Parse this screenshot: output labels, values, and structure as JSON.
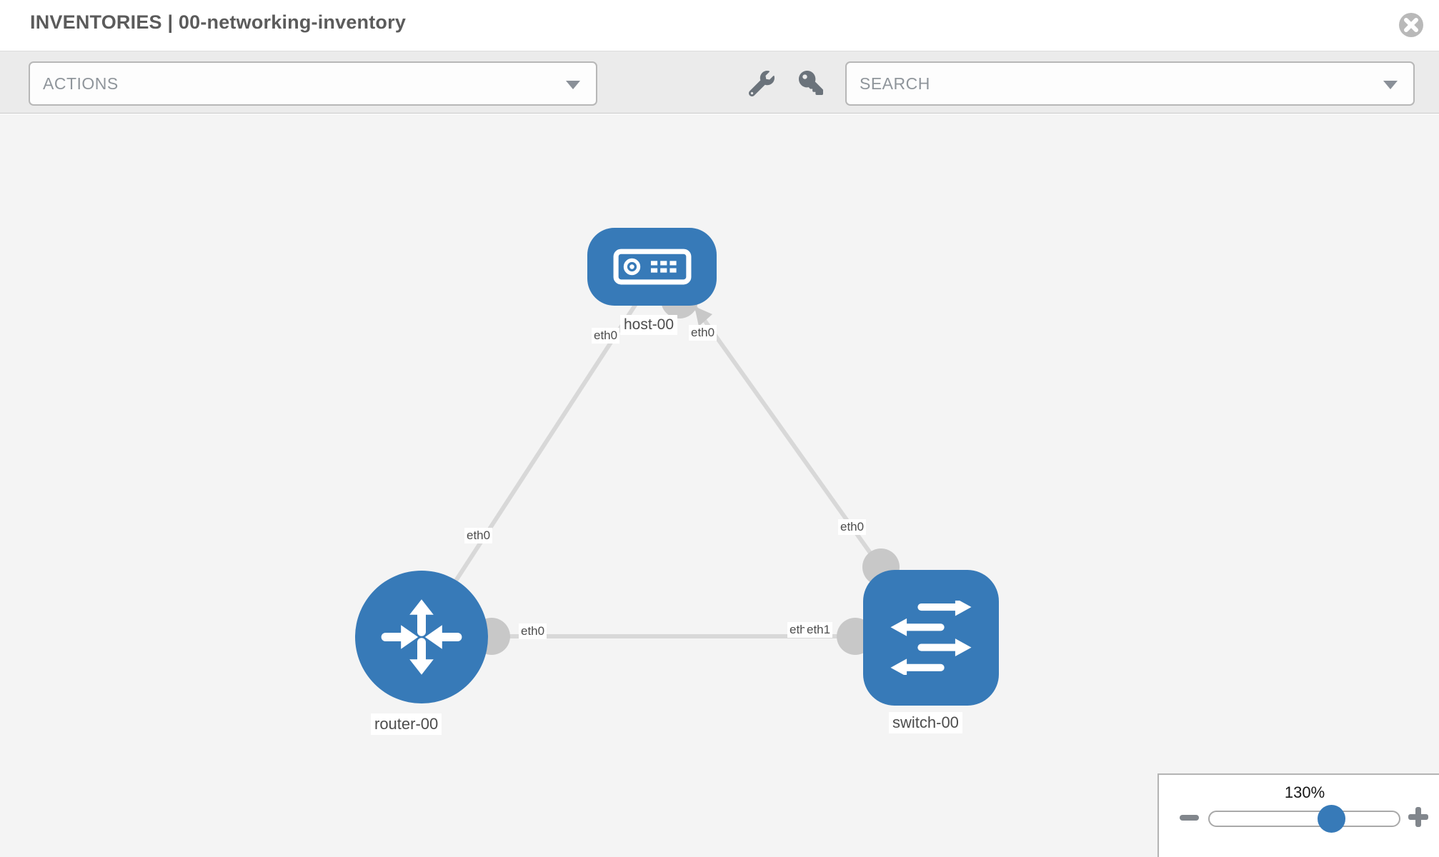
{
  "header": {
    "title": "INVENTORIES | 00-networking-inventory"
  },
  "toolbar": {
    "actions_label": "ACTIONS",
    "search_label": "SEARCH",
    "tool_icons": [
      "wrench-icon",
      "key-icon"
    ]
  },
  "topology": {
    "nodes": [
      {
        "label": "host-00",
        "type": "host",
        "icon": "server-icon"
      },
      {
        "label": "router-00",
        "type": "router",
        "icon": "router-arrows-icon"
      },
      {
        "label": "switch-00",
        "type": "switch",
        "icon": "switch-arrows-icon"
      }
    ],
    "links": [
      {
        "source": "host-00",
        "target": "router-00",
        "source_interface": "eth0",
        "target_interface": "eth0"
      },
      {
        "source": "host-00",
        "target": "switch-00",
        "source_interface": "eth0",
        "target_interface": "eth0"
      },
      {
        "source": "router-00",
        "target": "switch-00",
        "source_interface": "eth0",
        "target_interface": "eth1",
        "target_interface_duplicate": "eth1"
      }
    ]
  },
  "zoom_widget": {
    "level": "130%",
    "value": 130
  },
  "colors": {
    "node_blue": "#377ab8",
    "link_gray": "#d8d8d8",
    "connector_gray": "#c8c8c8",
    "canvas_bg": "#f4f4f4",
    "toolbar_bg": "#ebebeb",
    "label_text": "#4d4d4d"
  }
}
